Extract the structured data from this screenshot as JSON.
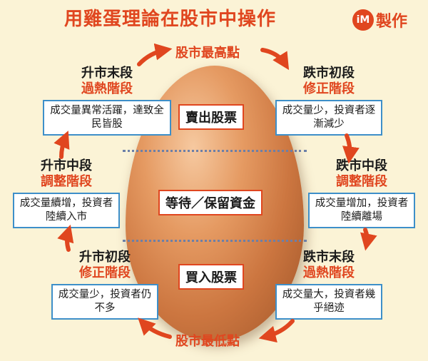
{
  "title": "用雞蛋理論在股市中操作",
  "brand": {
    "logo": "iM",
    "text": "製作"
  },
  "peak_label": "股市最高點",
  "trough_label": "股市最低點",
  "actions": {
    "sell": "賣出股票",
    "wait": "等待／保留資金",
    "buy": "買入股票"
  },
  "stages": {
    "rise_late": {
      "name": "升市末段",
      "phase": "過熱階段",
      "desc": "成交量異常活躍，達致全民皆股"
    },
    "fall_early": {
      "name": "跌市初段",
      "phase": "修正階段",
      "desc": "成交量少，投資者逐漸減少"
    },
    "rise_mid": {
      "name": "升市中段",
      "phase": "調整階段",
      "desc": "成交量續增，投資者陸續入市"
    },
    "fall_mid": {
      "name": "跌市中段",
      "phase": "調整階段",
      "desc": "成交量增加，投資者陸續離場"
    },
    "rise_early": {
      "name": "升市初段",
      "phase": "修正階段",
      "desc": "成交量少，投資者仍不多"
    },
    "fall_late": {
      "name": "跌市末段",
      "phase": "過熱階段",
      "desc": "成交量大，投資者幾乎絕迹"
    }
  },
  "colors": {
    "accent": "#e0461f",
    "box_border": "#3d8fc9",
    "background": "#fbf3d6"
  }
}
